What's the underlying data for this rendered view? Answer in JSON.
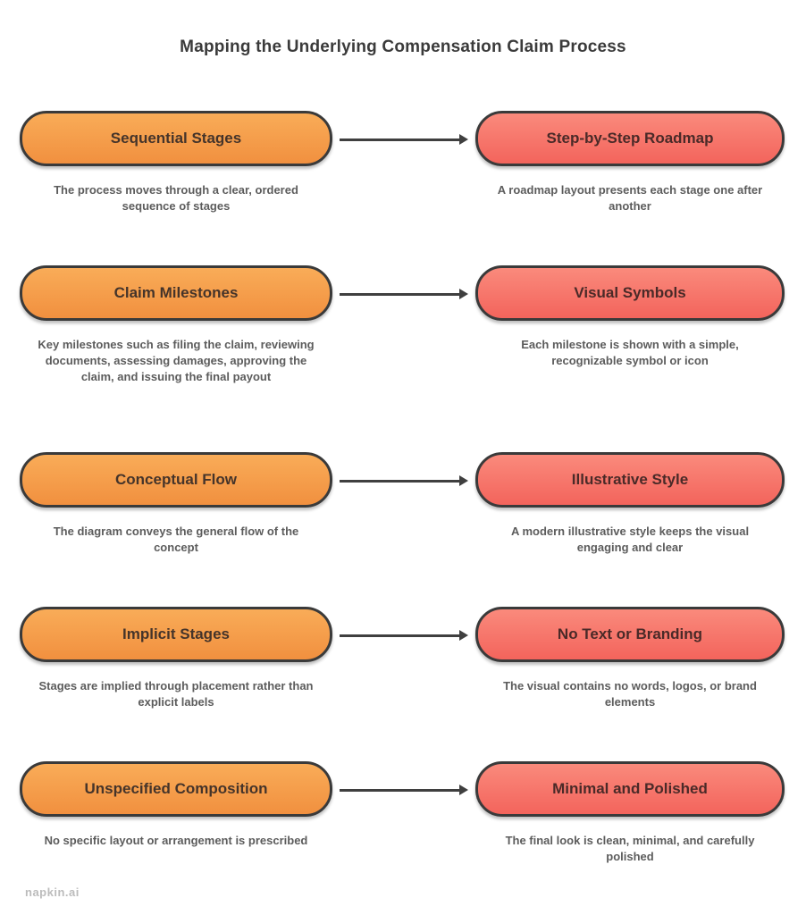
{
  "title": "Mapping the Underlying Compensation Claim Process",
  "watermark": "napkin.ai",
  "colors": {
    "left_card": "#F1903F",
    "right_card": "#F3645C",
    "border": "#3A3A3A",
    "arrow": "#3F3F3F",
    "caption_text": "#5C5C5C"
  },
  "rows": [
    {
      "left": {
        "label": "Sequential Stages",
        "caption": "The process moves through a clear, ordered sequence of stages"
      },
      "right": {
        "label": "Step-by-Step Roadmap",
        "caption": "A roadmap layout presents each stage one after another"
      }
    },
    {
      "left": {
        "label": "Claim Milestones",
        "caption": "Key milestones such as filing the claim, reviewing documents, assessing damages, approving the claim, and issuing the final payout"
      },
      "right": {
        "label": "Visual Symbols",
        "caption": "Each milestone is shown with a simple, recognizable symbol or icon"
      }
    },
    {
      "left": {
        "label": "Conceptual Flow",
        "caption": "The diagram conveys the general flow of the concept"
      },
      "right": {
        "label": "Illustrative Style",
        "caption": "A modern illustrative style keeps the visual engaging and clear"
      }
    },
    {
      "left": {
        "label": "Implicit Stages",
        "caption": "Stages are implied through placement rather than explicit labels"
      },
      "right": {
        "label": "No Text or Branding",
        "caption": "The visual contains no words, logos, or brand elements"
      }
    },
    {
      "left": {
        "label": "Unspecified Composition",
        "caption": "No specific layout or arrangement is prescribed"
      },
      "right": {
        "label": "Minimal and Polished",
        "caption": "The final look is clean, minimal, and carefully polished"
      }
    }
  ]
}
